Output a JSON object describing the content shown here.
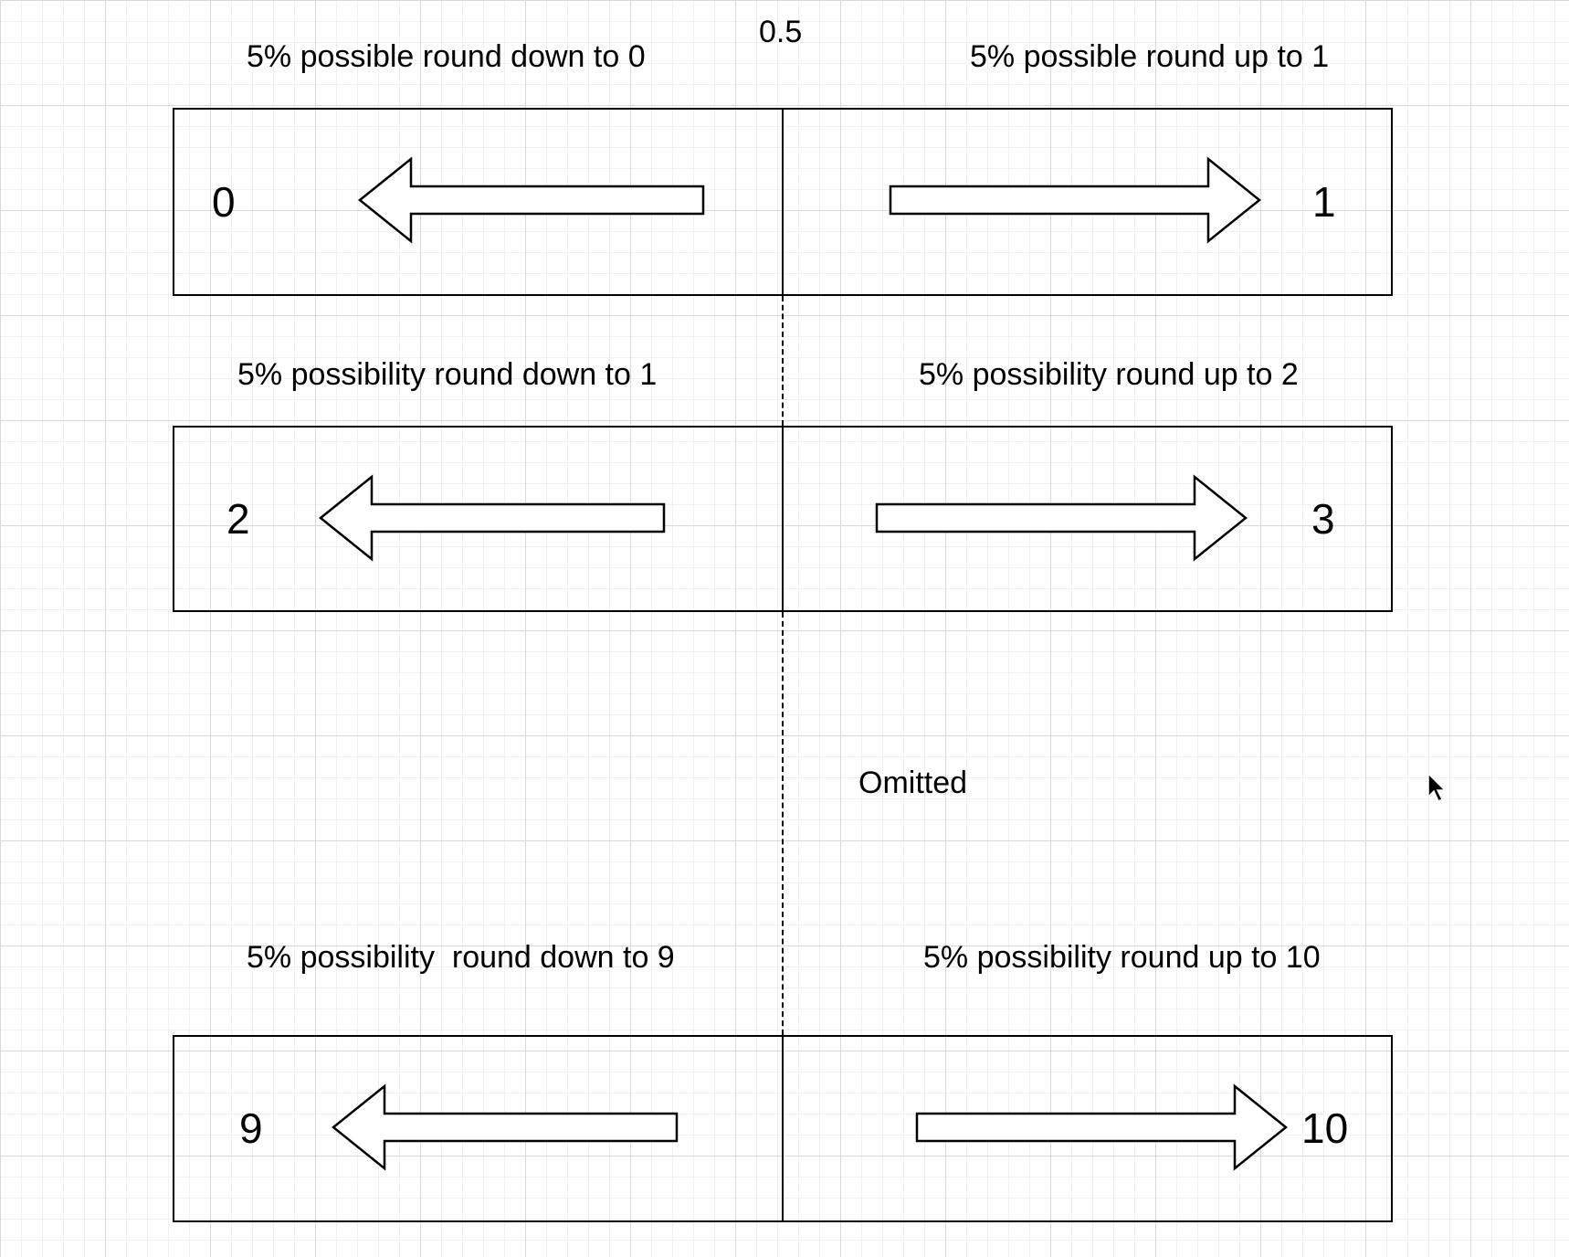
{
  "center_label": "0.5",
  "omitted_label": "Omitted",
  "rows": [
    {
      "left_caption": "5% possible round down to 0",
      "right_caption": "5% possible round up to 1",
      "left_number": "0",
      "right_number": "1"
    },
    {
      "left_caption": "5% possibility round down to 1",
      "right_caption": "5% possibility round up to 2",
      "left_number": "2",
      "right_number": "3"
    },
    {
      "left_caption": "5% possibility  round down to 9",
      "right_caption": "5% possibility round up to 10",
      "left_number": "9",
      "right_number": "10"
    }
  ],
  "icons": {
    "left_arrow": "arrow-left-icon",
    "right_arrow": "arrow-right-icon",
    "cursor": "mouse-pointer-icon"
  }
}
